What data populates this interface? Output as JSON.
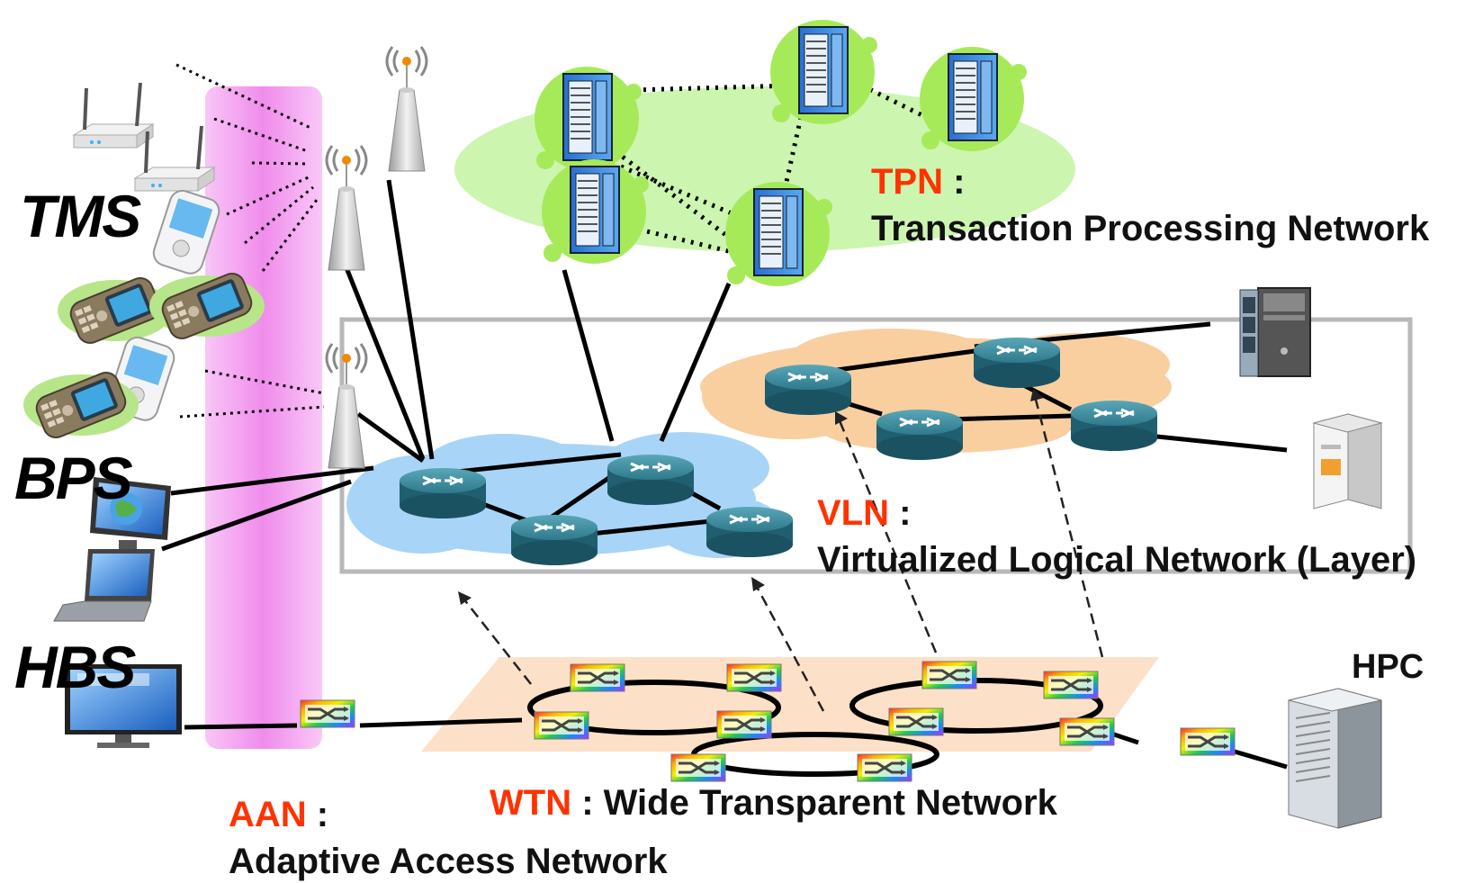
{
  "tiers": {
    "tms": "TMS",
    "bps": "BPS",
    "hbs": "HBS"
  },
  "tpn": {
    "abbr": "TPN",
    "sep": ":",
    "name": "Transaction Processing Network"
  },
  "vln": {
    "abbr": "VLN",
    "sep": ":",
    "name": "Virtualized Logical Network (Layer)"
  },
  "wtn": {
    "abbr": "WTN",
    "sep": ":",
    "name": "Wide Transparent Network"
  },
  "aan": {
    "abbr": "AAN",
    "sep": ":",
    "name": "Adaptive Access Network"
  },
  "hpc": "HPC",
  "colors": {
    "accent_label": "#ff3300",
    "access_band": "#f4a6f2",
    "tpn_cloud": "#ccf5b0",
    "vln_cloud_left": "#a8d4f7",
    "vln_cloud_right": "#f9cfa0",
    "wtn_plane": "#fde0c8",
    "router": "#2f7f92"
  },
  "icons": [
    "wifi-router-icon",
    "mobile-phone-icon",
    "antenna-tower-icon",
    "server-rack-icon",
    "router-icon",
    "desktop-monitor-icon",
    "laptop-icon",
    "tv-monitor-icon",
    "optical-switch-icon",
    "pc-tower-icon",
    "hpc-server-icon"
  ]
}
